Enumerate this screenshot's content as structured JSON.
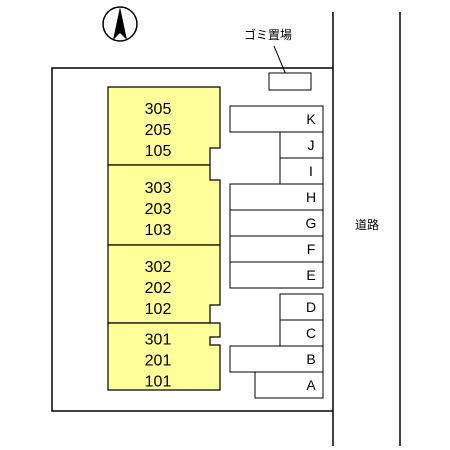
{
  "colors": {
    "building_fill": "#ffff99",
    "line": "#000000",
    "background": "#ffffff"
  },
  "compass": {
    "icon": "north-arrow-icon"
  },
  "garbage_area": {
    "label": "ゴミ置場"
  },
  "road": {
    "label": "道路"
  },
  "buildings": [
    {
      "units": [
        "305",
        "205",
        "105"
      ]
    },
    {
      "units": [
        "303",
        "203",
        "103"
      ]
    },
    {
      "units": [
        "302",
        "202",
        "102"
      ]
    },
    {
      "units": [
        "301",
        "201",
        "101"
      ]
    }
  ],
  "parking": [
    {
      "label": "K"
    },
    {
      "label": "J"
    },
    {
      "label": "I"
    },
    {
      "label": "H"
    },
    {
      "label": "G"
    },
    {
      "label": "F"
    },
    {
      "label": "E"
    },
    {
      "label": "D"
    },
    {
      "label": "C"
    },
    {
      "label": "B"
    },
    {
      "label": "A"
    }
  ]
}
